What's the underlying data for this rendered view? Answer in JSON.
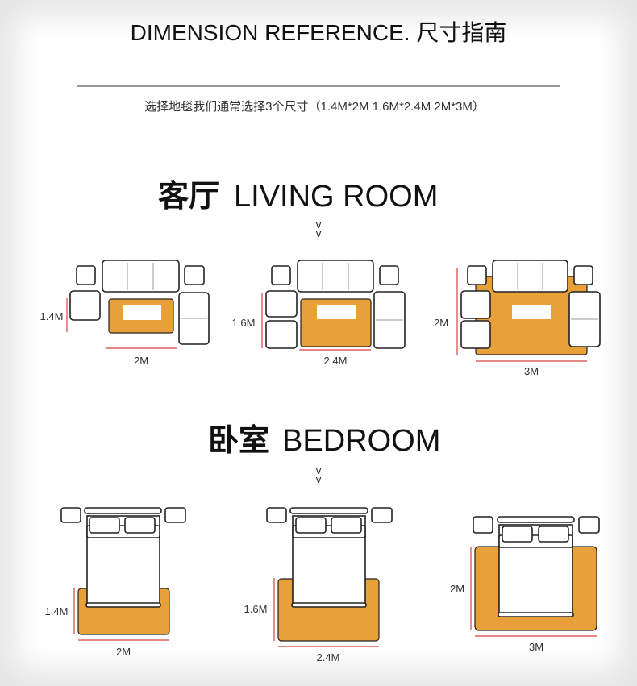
{
  "header": {
    "title": "DIMENSION REFERENCE. 尺寸指南",
    "subtitle": "选择地毯我们通常选择3个尺寸（1.4M*2M   1.6M*2.4M   2M*3M）"
  },
  "living_room": {
    "title_cn": "客厅",
    "title_en": "LIVING  ROOM",
    "chevrons": "v",
    "sizes": [
      {
        "height": "1.4M",
        "width": "2M"
      },
      {
        "height": "1.6M",
        "width": "2.4M"
      },
      {
        "height": "2M",
        "width": "3M"
      }
    ]
  },
  "bedroom": {
    "title_cn": "卧室",
    "title_en": "BEDROOM",
    "chevrons": "v",
    "sizes": [
      {
        "height": "1.4M",
        "width": "2M"
      },
      {
        "height": "1.6M",
        "width": "2.4M"
      },
      {
        "height": "2M",
        "width": "3M"
      }
    ]
  },
  "colors": {
    "rug": "#e8a03a",
    "measure_line": "#d94040"
  }
}
